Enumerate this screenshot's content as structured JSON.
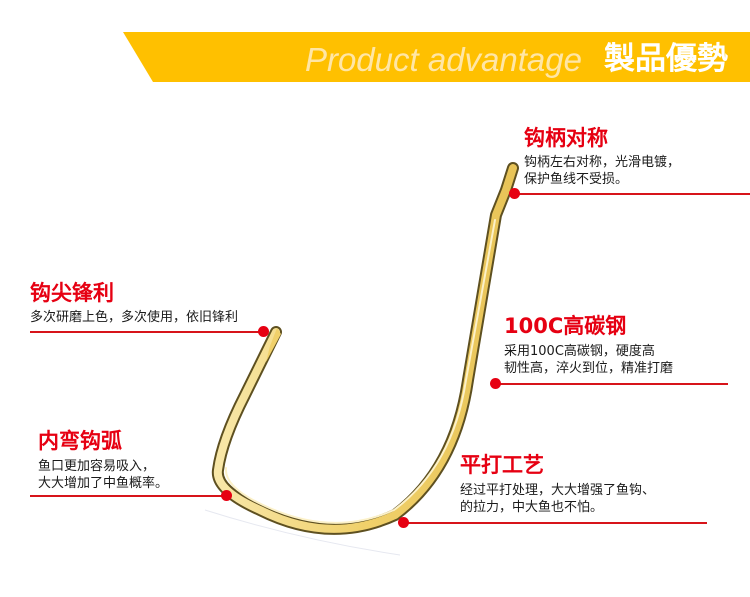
{
  "banner": {
    "title_en": "Product advantage",
    "title_cn": "製品優勢",
    "color": "#FFC000"
  },
  "features": [
    {
      "id": "shank",
      "title": "钩柄对称",
      "lines": [
        "钩柄左右对称，光滑电镀，",
        "保护鱼线不受损。"
      ]
    },
    {
      "id": "point",
      "title": "钩尖锋利",
      "lines": [
        "多次研磨上色，多次使用，依旧锋利"
      ]
    },
    {
      "id": "steel",
      "title": "100C高碳钢",
      "lines": [
        "采用100C高碳钢，硬度高",
        "韧性高，淬火到位，精准打磨"
      ]
    },
    {
      "id": "bend",
      "title": "内弯钩弧",
      "lines": [
        "鱼口更加容易吸入，",
        "大大增加了中鱼概率。"
      ]
    },
    {
      "id": "forged",
      "title": "平打工艺",
      "lines": [
        "经过平打处理，大大增强了鱼钩、",
        "的拉力，中大鱼也不怕。"
      ]
    }
  ],
  "colors": {
    "accent": "#E60012",
    "hook_gold": "#F3D77E",
    "hook_edge": "#6B5A1E"
  }
}
